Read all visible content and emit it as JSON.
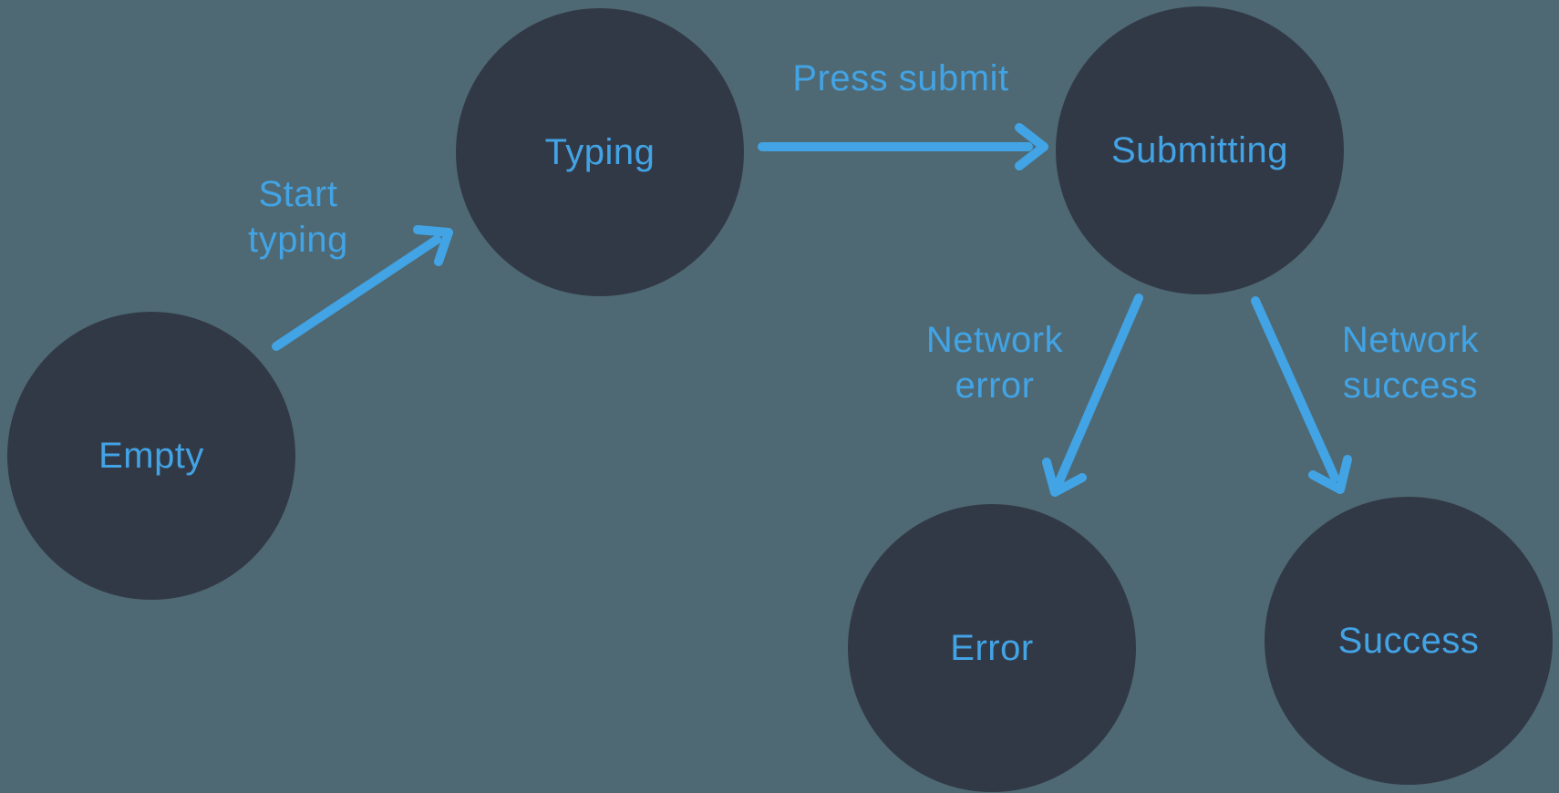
{
  "colors": {
    "background": "#4E6973",
    "node": "#323946",
    "accent": "#42A3E5"
  },
  "states": [
    {
      "id": "empty",
      "label": "Empty"
    },
    {
      "id": "typing",
      "label": "Typing"
    },
    {
      "id": "submitting",
      "label": "Submitting"
    },
    {
      "id": "error",
      "label": "Error"
    },
    {
      "id": "success",
      "label": "Success"
    }
  ],
  "transitions": [
    {
      "from": "empty",
      "to": "typing",
      "label": "Start typing",
      "label_lines": [
        "Start",
        "typing"
      ]
    },
    {
      "from": "typing",
      "to": "submitting",
      "label": "Press submit",
      "label_lines": [
        "Press submit"
      ]
    },
    {
      "from": "submitting",
      "to": "error",
      "label": "Network error",
      "label_lines": [
        "Network",
        "error"
      ]
    },
    {
      "from": "submitting",
      "to": "success",
      "label": "Network success",
      "label_lines": [
        "Network",
        "success"
      ]
    }
  ]
}
